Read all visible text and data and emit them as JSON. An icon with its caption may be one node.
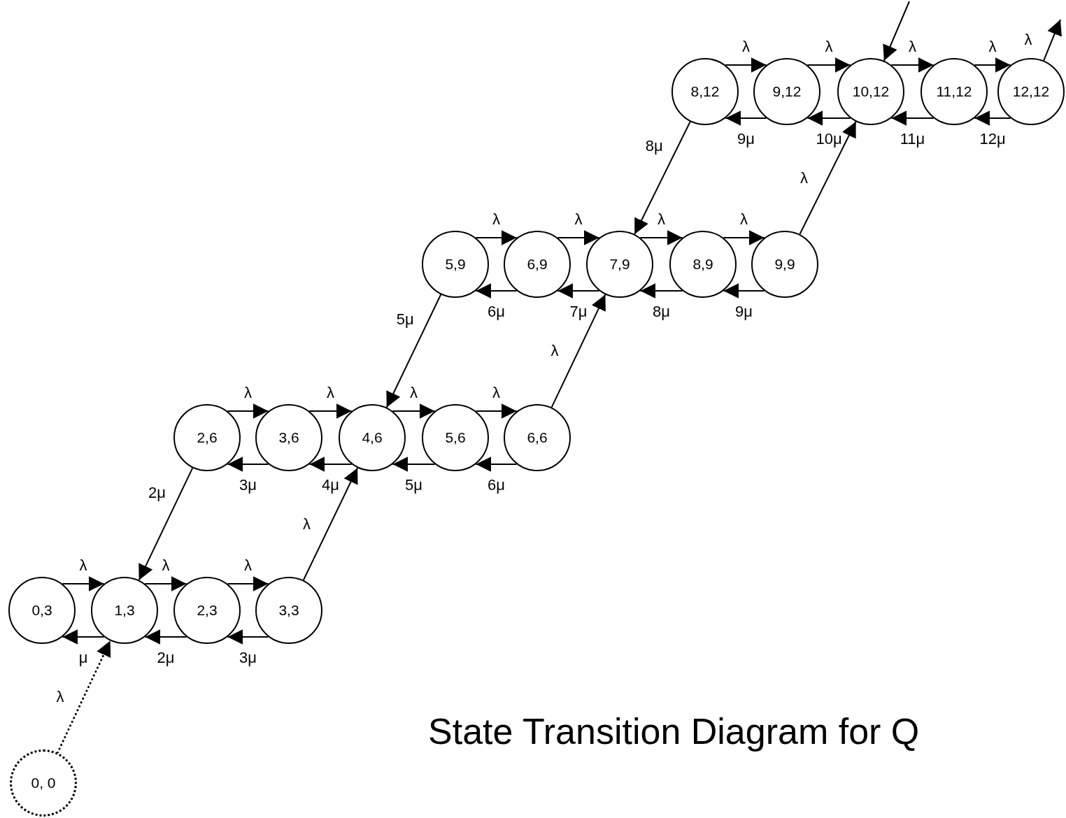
{
  "diagram": {
    "title": "State Transition Diagram for Q",
    "nodes": [
      {
        "text": [
          "8,12"
        ]
      },
      {
        "text": [
          "9,12"
        ]
      },
      {
        "text": [
          "10,12"
        ]
      },
      {
        "text": [
          "11,12"
        ]
      },
      {
        "text": [
          "12,12"
        ]
      },
      {
        "text": [
          "5,9"
        ]
      },
      {
        "text": [
          "6,9"
        ]
      },
      {
        "text": [
          "7,9"
        ]
      },
      {
        "text": [
          "8,9"
        ]
      },
      {
        "text": [
          "9,9"
        ]
      },
      {
        "text": [
          "2,6"
        ]
      },
      {
        "text": [
          "3,6"
        ]
      },
      {
        "text": [
          "4,6"
        ]
      },
      {
        "text": [
          "5,6"
        ]
      },
      {
        "text": [
          "6,6"
        ]
      },
      {
        "text": [
          "0,3"
        ]
      },
      {
        "text": [
          "1,3"
        ]
      },
      {
        "text": [
          "2,3"
        ]
      },
      {
        "text": [
          "3,3"
        ]
      },
      {
        "text": [
          "0, 0"
        ]
      }
    ],
    "edges": [
      {
        "from": 0,
        "to": 1,
        "arrow": "to",
        "label": "λ"
      },
      {
        "from": 1,
        "to": 0,
        "arrow": "to",
        "label": "9μ"
      },
      {
        "from": 1,
        "to": 2,
        "arrow": "to",
        "label": "λ"
      },
      {
        "from": 2,
        "to": 1,
        "arrow": "to",
        "label": "10μ"
      },
      {
        "from": 2,
        "to": 3,
        "arrow": "to",
        "label": "λ"
      },
      {
        "from": 3,
        "to": 2,
        "arrow": "to",
        "label": "11μ"
      },
      {
        "from": 3,
        "to": 4,
        "arrow": "to",
        "label": "λ"
      },
      {
        "from": 4,
        "to": 3,
        "arrow": "to",
        "label": "12μ"
      },
      {
        "from": 5,
        "to": 6,
        "arrow": "to",
        "label": "λ"
      },
      {
        "from": 6,
        "to": 5,
        "arrow": "to",
        "label": "6μ"
      },
      {
        "from": 6,
        "to": 7,
        "arrow": "to",
        "label": "λ"
      },
      {
        "from": 7,
        "to": 6,
        "arrow": "to",
        "label": "7μ"
      },
      {
        "from": 7,
        "to": 8,
        "arrow": "to",
        "label": "λ"
      },
      {
        "from": 8,
        "to": 7,
        "arrow": "to",
        "label": "8μ"
      },
      {
        "from": 8,
        "to": 9,
        "arrow": "to",
        "label": "λ"
      },
      {
        "from": 9,
        "to": 8,
        "arrow": "to",
        "label": "9μ"
      },
      {
        "from": 10,
        "to": 11,
        "arrow": "to",
        "label": "λ"
      },
      {
        "from": 11,
        "to": 10,
        "arrow": "to",
        "label": "3μ"
      },
      {
        "from": 11,
        "to": 12,
        "arrow": "to",
        "label": "λ"
      },
      {
        "from": 12,
        "to": 11,
        "arrow": "to",
        "label": "4μ"
      },
      {
        "from": 12,
        "to": 13,
        "arrow": "to",
        "label": "λ"
      },
      {
        "from": 13,
        "to": 12,
        "arrow": "to",
        "label": "5μ"
      },
      {
        "from": 13,
        "to": 14,
        "arrow": "to",
        "label": "λ"
      },
      {
        "from": 14,
        "to": 13,
        "arrow": "to",
        "label": "6μ"
      },
      {
        "from": 15,
        "to": 16,
        "arrow": "to",
        "label": "λ"
      },
      {
        "from": 16,
        "to": 15,
        "arrow": "to",
        "label": "μ"
      },
      {
        "from": 16,
        "to": 17,
        "arrow": "to",
        "label": "λ"
      },
      {
        "from": 17,
        "to": 16,
        "arrow": "to",
        "label": "2μ"
      },
      {
        "from": 17,
        "to": 18,
        "arrow": "to",
        "label": "λ"
      },
      {
        "from": 18,
        "to": 17,
        "arrow": "to",
        "label": "3μ"
      },
      {
        "from": 0,
        "to": 7,
        "arrow": "to",
        "label": "8μ"
      },
      {
        "from": 9,
        "to": 2,
        "arrow": "to",
        "label": "λ"
      },
      {
        "from": 5,
        "to": 12,
        "arrow": "to",
        "label": "5μ"
      },
      {
        "from": 14,
        "to": 7,
        "arrow": "to",
        "label": "λ"
      },
      {
        "from": 10,
        "to": 16,
        "arrow": "to",
        "label": "2μ"
      },
      {
        "from": 18,
        "to": 12,
        "arrow": "to",
        "label": "λ"
      },
      {
        "from": null,
        "to": 2,
        "arrow": "to"
      },
      {
        "from": 4,
        "to": null,
        "arrow": "to",
        "label": "λ"
      },
      {
        "from": 19,
        "to": 16,
        "arrow": "to",
        "label": "λ",
        "style": "dashed"
      }
    ]
  }
}
